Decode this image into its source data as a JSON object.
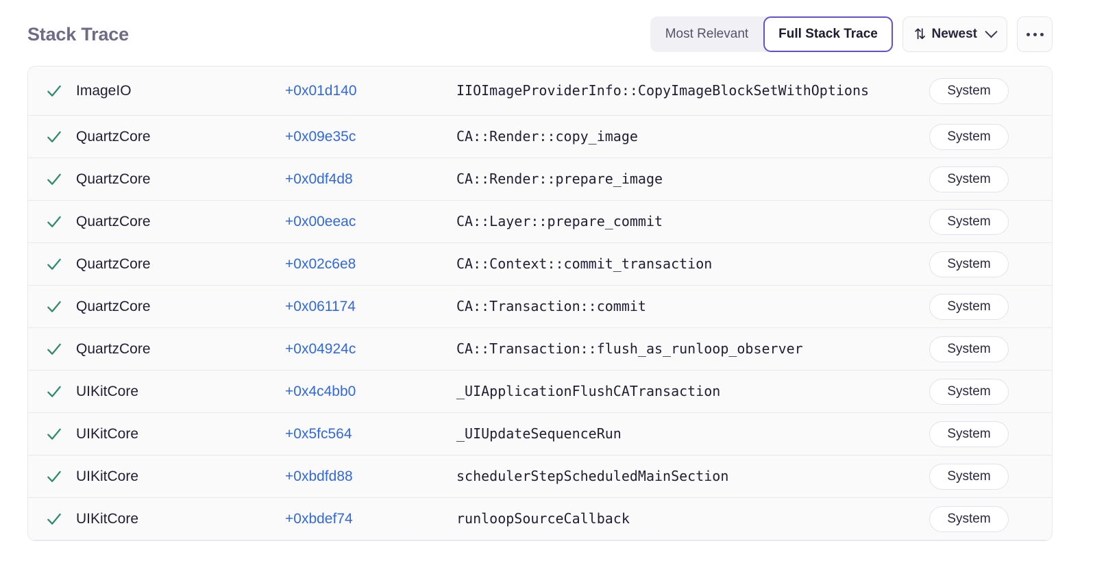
{
  "header": {
    "title": "Stack Trace",
    "segmented": {
      "options": [
        {
          "label": "Most Relevant",
          "active": false
        },
        {
          "label": "Full Stack Trace",
          "active": true
        }
      ]
    },
    "sort": {
      "icon": "sort-arrows-icon",
      "label": "Newest",
      "chevron": "chevron-down-icon"
    },
    "more": {
      "icon": "ellipsis-icon",
      "label": "..."
    }
  },
  "accent_colors": {
    "active_border": "#6051d4",
    "link": "#3268df",
    "check": "#2f8a6b",
    "title": "#6f6b86",
    "row_bg": "#fafafb",
    "row_border": "#e9e8ef"
  },
  "table": {
    "rows": [
      {
        "status_icon": "check-icon",
        "module": "ImageIO",
        "address": "+0x01d140",
        "function": "IIOImageProviderInfo::CopyImageBlockSetWithOptions",
        "badge": "System"
      },
      {
        "status_icon": "check-icon",
        "module": "QuartzCore",
        "address": "+0x09e35c",
        "function": "CA::Render::copy_image",
        "badge": "System"
      },
      {
        "status_icon": "check-icon",
        "module": "QuartzCore",
        "address": "+0x0df4d8",
        "function": "CA::Render::prepare_image",
        "badge": "System"
      },
      {
        "status_icon": "check-icon",
        "module": "QuartzCore",
        "address": "+0x00eeac",
        "function": "CA::Layer::prepare_commit",
        "badge": "System"
      },
      {
        "status_icon": "check-icon",
        "module": "QuartzCore",
        "address": "+0x02c6e8",
        "function": "CA::Context::commit_transaction",
        "badge": "System"
      },
      {
        "status_icon": "check-icon",
        "module": "QuartzCore",
        "address": "+0x061174",
        "function": "CA::Transaction::commit",
        "badge": "System"
      },
      {
        "status_icon": "check-icon",
        "module": "QuartzCore",
        "address": "+0x04924c",
        "function": "CA::Transaction::flush_as_runloop_observer",
        "badge": "System"
      },
      {
        "status_icon": "check-icon",
        "module": "UIKitCore",
        "address": "+0x4c4bb0",
        "function": "_UIApplicationFlushCATransaction",
        "badge": "System"
      },
      {
        "status_icon": "check-icon",
        "module": "UIKitCore",
        "address": "+0x5fc564",
        "function": "_UIUpdateSequenceRun",
        "badge": "System"
      },
      {
        "status_icon": "check-icon",
        "module": "UIKitCore",
        "address": "+0xbdfd88",
        "function": "schedulerStepScheduledMainSection",
        "badge": "System"
      },
      {
        "status_icon": "check-icon",
        "module": "UIKitCore",
        "address": "+0xbdef74",
        "function": "runloopSourceCallback",
        "badge": "System"
      }
    ]
  }
}
